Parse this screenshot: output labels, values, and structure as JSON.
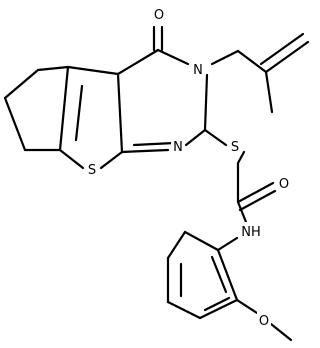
{
  "molecule": {
    "atoms": {
      "oxygen_carbonyl_top": "O",
      "nitrogen_ring": "N",
      "nitrogen_imine": "N",
      "sulfur_thiophene": "S",
      "sulfur_thioether": "S",
      "oxygen_amide": "O",
      "amide_nh": "NH",
      "oxygen_methoxy": "O"
    }
  }
}
